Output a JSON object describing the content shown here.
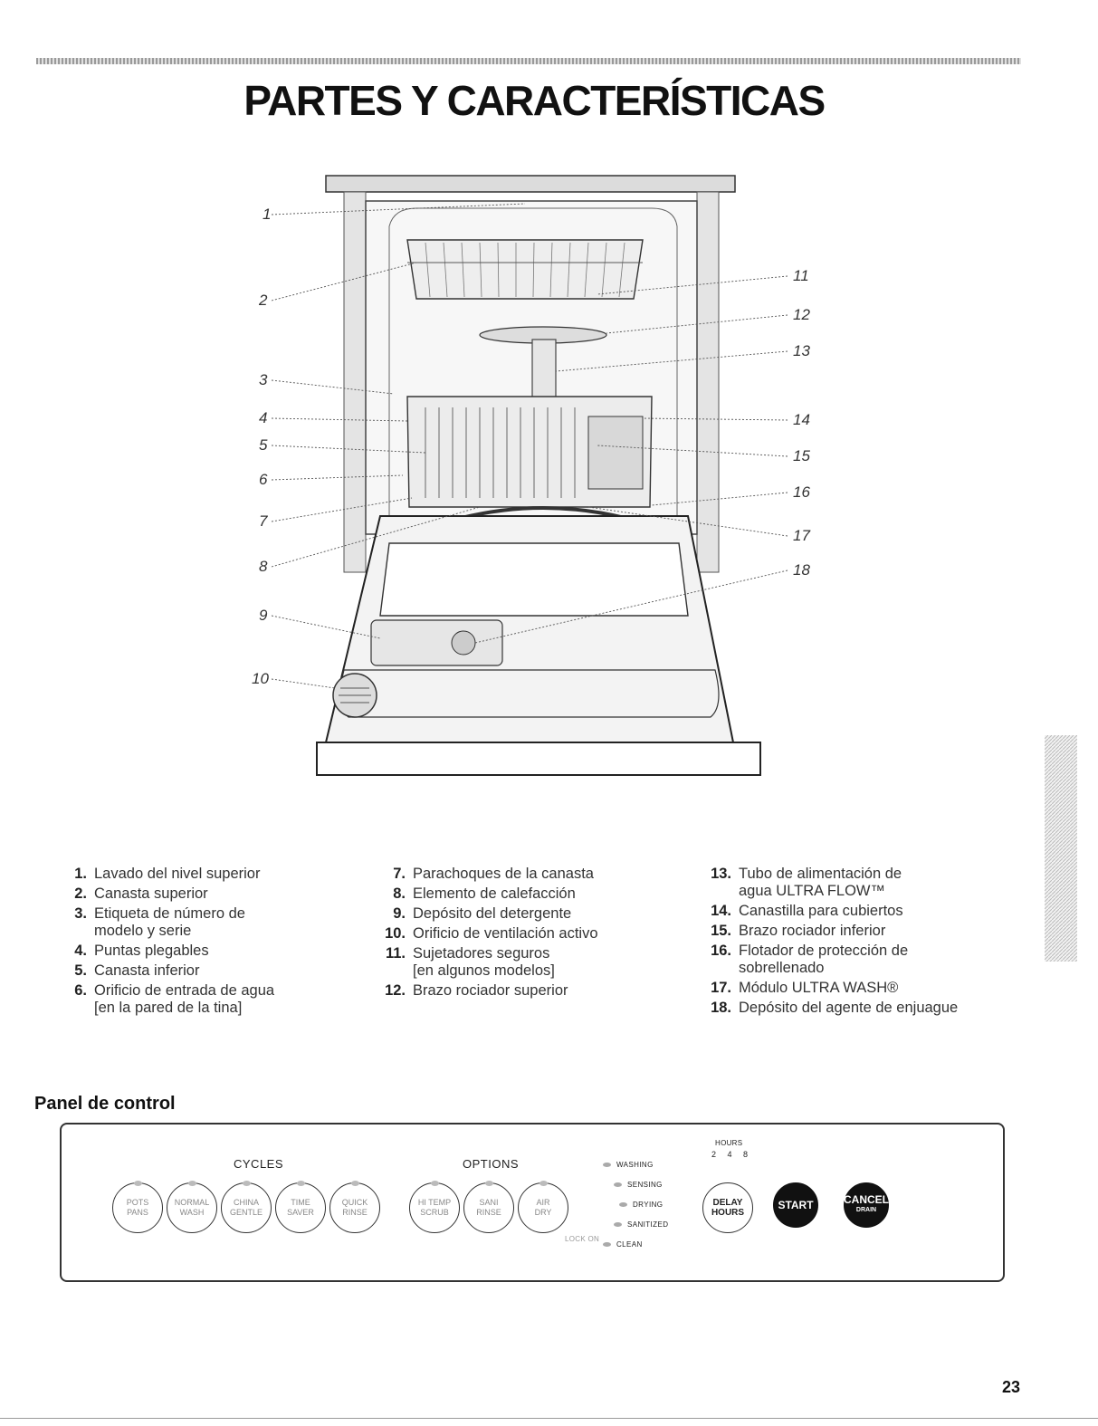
{
  "title": "PARTES Y CARACTERÍSTICAS",
  "callouts": [
    "1",
    "2",
    "3",
    "4",
    "5",
    "6",
    "7",
    "8",
    "9",
    "10",
    "11",
    "12",
    "13",
    "14",
    "15",
    "16",
    "17",
    "18"
  ],
  "parts": {
    "col1": [
      {
        "num": "1.",
        "line1": "Lavado del nivel superior",
        "line2": ""
      },
      {
        "num": "2.",
        "line1": "Canasta superior",
        "line2": ""
      },
      {
        "num": "3.",
        "line1": "Etiqueta de número de",
        "line2": "modelo y serie"
      },
      {
        "num": "4.",
        "line1": "Puntas plegables",
        "line2": ""
      },
      {
        "num": "5.",
        "line1": "Canasta inferior",
        "line2": ""
      },
      {
        "num": "6.",
        "line1": "Orificio de entrada de agua",
        "line2": "[en la pared de la tina]"
      }
    ],
    "col2": [
      {
        "num": "7.",
        "line1": "Parachoques de la canasta",
        "line2": ""
      },
      {
        "num": "8.",
        "line1": "Elemento de calefacción",
        "line2": ""
      },
      {
        "num": "9.",
        "line1": "Depósito del detergente",
        "line2": ""
      },
      {
        "num": "10.",
        "line1": "Orificio de ventilación activo",
        "line2": ""
      },
      {
        "num": "11.",
        "line1": "Sujetadores seguros",
        "line2": "[en algunos modelos]"
      },
      {
        "num": "12.",
        "line1": "Brazo rociador superior",
        "line2": ""
      }
    ],
    "col3": [
      {
        "num": "13.",
        "line1": "Tubo de alimentación de",
        "line2": "agua ULTRA FLOW™"
      },
      {
        "num": "14.",
        "line1": "Canastilla para cubiertos",
        "line2": ""
      },
      {
        "num": "15.",
        "line1": "Brazo rociador inferior",
        "line2": ""
      },
      {
        "num": "16.",
        "line1": "Flotador de protección de",
        "line2": "sobrellenado"
      },
      {
        "num": "17.",
        "line1": "Módulo ULTRA WASH®",
        "line2": ""
      },
      {
        "num": "18.",
        "line1": "Depósito del agente de enjuague",
        "line2": ""
      }
    ]
  },
  "panel_section_title": "Panel de control",
  "panel": {
    "cycles_label": "CYCLES",
    "options_label": "OPTIONS",
    "hours_label": "HOURS",
    "hours_values": "2 4 8",
    "lock_label": "LOCK ON",
    "cycle_buttons": [
      {
        "l1": "POTS",
        "l2": "PANS"
      },
      {
        "l1": "NORMAL",
        "l2": "WASH"
      },
      {
        "l1": "CHINA",
        "l2": "GENTLE"
      },
      {
        "l1": "TIME",
        "l2": "SAVER"
      },
      {
        "l1": "QUICK",
        "l2": "RINSE"
      }
    ],
    "option_buttons": [
      {
        "l1": "HI TEMP",
        "l2": "SCRUB"
      },
      {
        "l1": "SANI",
        "l2": "RINSE"
      },
      {
        "l1": "AIR",
        "l2": "DRY"
      }
    ],
    "indicators": [
      "WASHING",
      "SENSING",
      "DRYING",
      "SANITIZED",
      "CLEAN"
    ],
    "delay_button": {
      "l1": "DELAY",
      "l2": "HOURS"
    },
    "start_button": "START",
    "cancel_button": {
      "l1": "CANCEL",
      "l2": "DRAIN"
    }
  },
  "page_number": "23"
}
